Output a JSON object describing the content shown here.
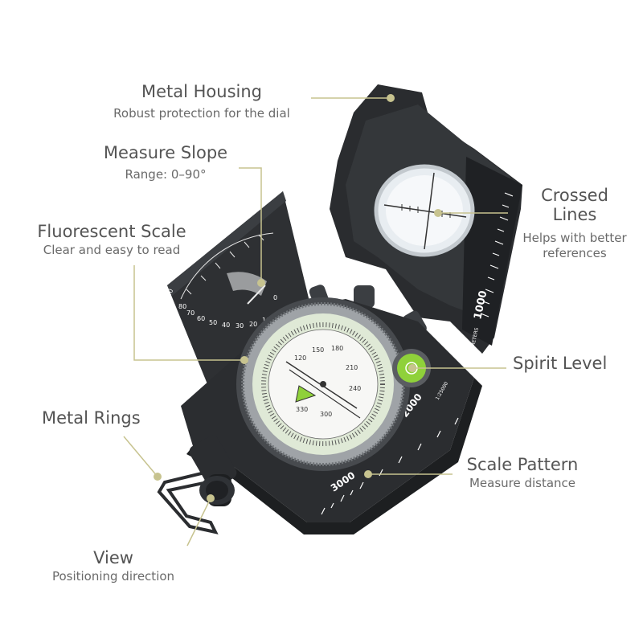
{
  "colors": {
    "leader": "#c7c38f",
    "body": "#2b2d30",
    "dial": "#dfe9d6",
    "accent": "#8fd13a"
  },
  "callouts": {
    "metal_housing": {
      "title": "Metal Housing",
      "subtitle": "Robust protection for the dial"
    },
    "measure_slope": {
      "title": "Measure Slope",
      "subtitle": "Range: 0–90°"
    },
    "fluorescent_scale": {
      "title": "Fluorescent Scale",
      "subtitle": "Clear and easy to read"
    },
    "metal_rings": {
      "title": "Metal Rings"
    },
    "view": {
      "title": "View",
      "subtitle": "Positioning direction"
    },
    "crossed_lines": {
      "title_line1": "Crossed",
      "title_line2": "Lines",
      "subtitle_line1": "Helps with better",
      "subtitle_line2": "references"
    },
    "spirit_level": {
      "title": "Spirit Level"
    },
    "scale_pattern": {
      "title": "Scale Pattern",
      "subtitle": "Measure distance"
    }
  },
  "product_marks": {
    "scale_1000": "1000",
    "scale_2000": "2000",
    "scale_3000": "3000",
    "meters": "METERS",
    "ratio": "1:25000",
    "dial_120": "120",
    "dial_150": "150",
    "dial_180": "180",
    "dial_210": "210",
    "dial_240": "240",
    "dial_300": "300",
    "dial_330": "330",
    "slope_90": "90",
    "slope_80": "80",
    "slope_70": "70",
    "slope_60": "60",
    "slope_50": "50",
    "slope_40": "40",
    "slope_30": "30",
    "slope_20": "20",
    "slope_10": "10",
    "slope_0": "0"
  }
}
